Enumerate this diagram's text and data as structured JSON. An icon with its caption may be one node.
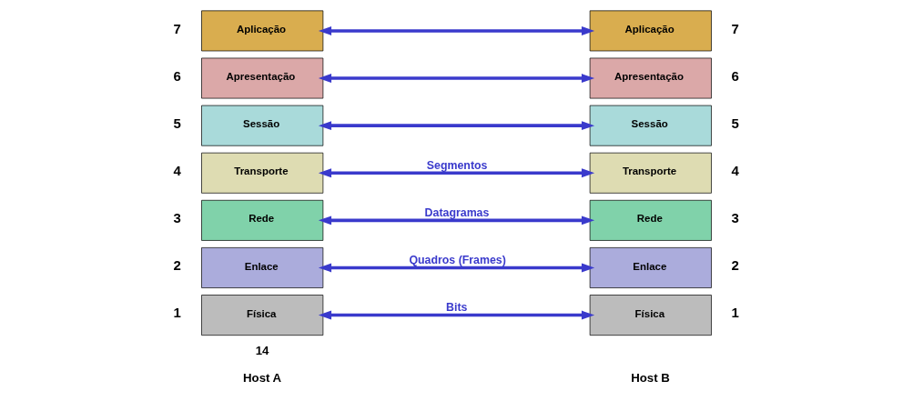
{
  "diagram": {
    "nodes": [
      {
        "text": [
          "Aplicação"
        ],
        "beside": [
          "7"
        ]
      },
      {
        "text": [
          "Aplicação"
        ],
        "beside": [
          "7"
        ]
      },
      {
        "text": [
          "Apresentação"
        ],
        "beside": [
          "6"
        ]
      },
      {
        "text": [
          "Apresentação"
        ],
        "beside": [
          "6"
        ]
      },
      {
        "text": [
          "Sessão"
        ],
        "beside": [
          "5"
        ]
      },
      {
        "text": [
          "Sessão"
        ],
        "beside": [
          "5"
        ]
      },
      {
        "text": [
          "Transporte"
        ],
        "beside": [
          "4"
        ]
      },
      {
        "text": [
          "Transporte"
        ],
        "beside": [
          "4"
        ]
      },
      {
        "text": [
          "Rede"
        ],
        "beside": [
          "3"
        ]
      },
      {
        "text": [
          "Rede"
        ],
        "beside": [
          "3"
        ]
      },
      {
        "text": [
          "Enlace"
        ],
        "beside": [
          "2"
        ]
      },
      {
        "text": [
          "Enlace"
        ],
        "beside": [
          "2"
        ]
      },
      {
        "text": [
          "Física"
        ],
        "beside": [
          "1"
        ]
      },
      {
        "text": [
          "Física"
        ],
        "beside": [
          "1"
        ]
      }
    ],
    "edges": [
      {
        "from": 0,
        "to": 1,
        "arrow": "both"
      },
      {
        "from": 2,
        "to": 3,
        "arrow": "both"
      },
      {
        "from": 4,
        "to": 5,
        "arrow": "both"
      },
      {
        "from": 6,
        "to": 7,
        "arrow": "both",
        "label": "Segmentos"
      },
      {
        "from": 8,
        "to": 9,
        "arrow": "both",
        "label": "Datagramas"
      },
      {
        "from": 10,
        "to": 11,
        "arrow": "both",
        "label": "Quadros (Frames)"
      },
      {
        "from": 12,
        "to": 13,
        "arrow": "both",
        "label": "Bits"
      }
    ],
    "labels": [
      "Host A",
      "Host B",
      "14"
    ]
  }
}
